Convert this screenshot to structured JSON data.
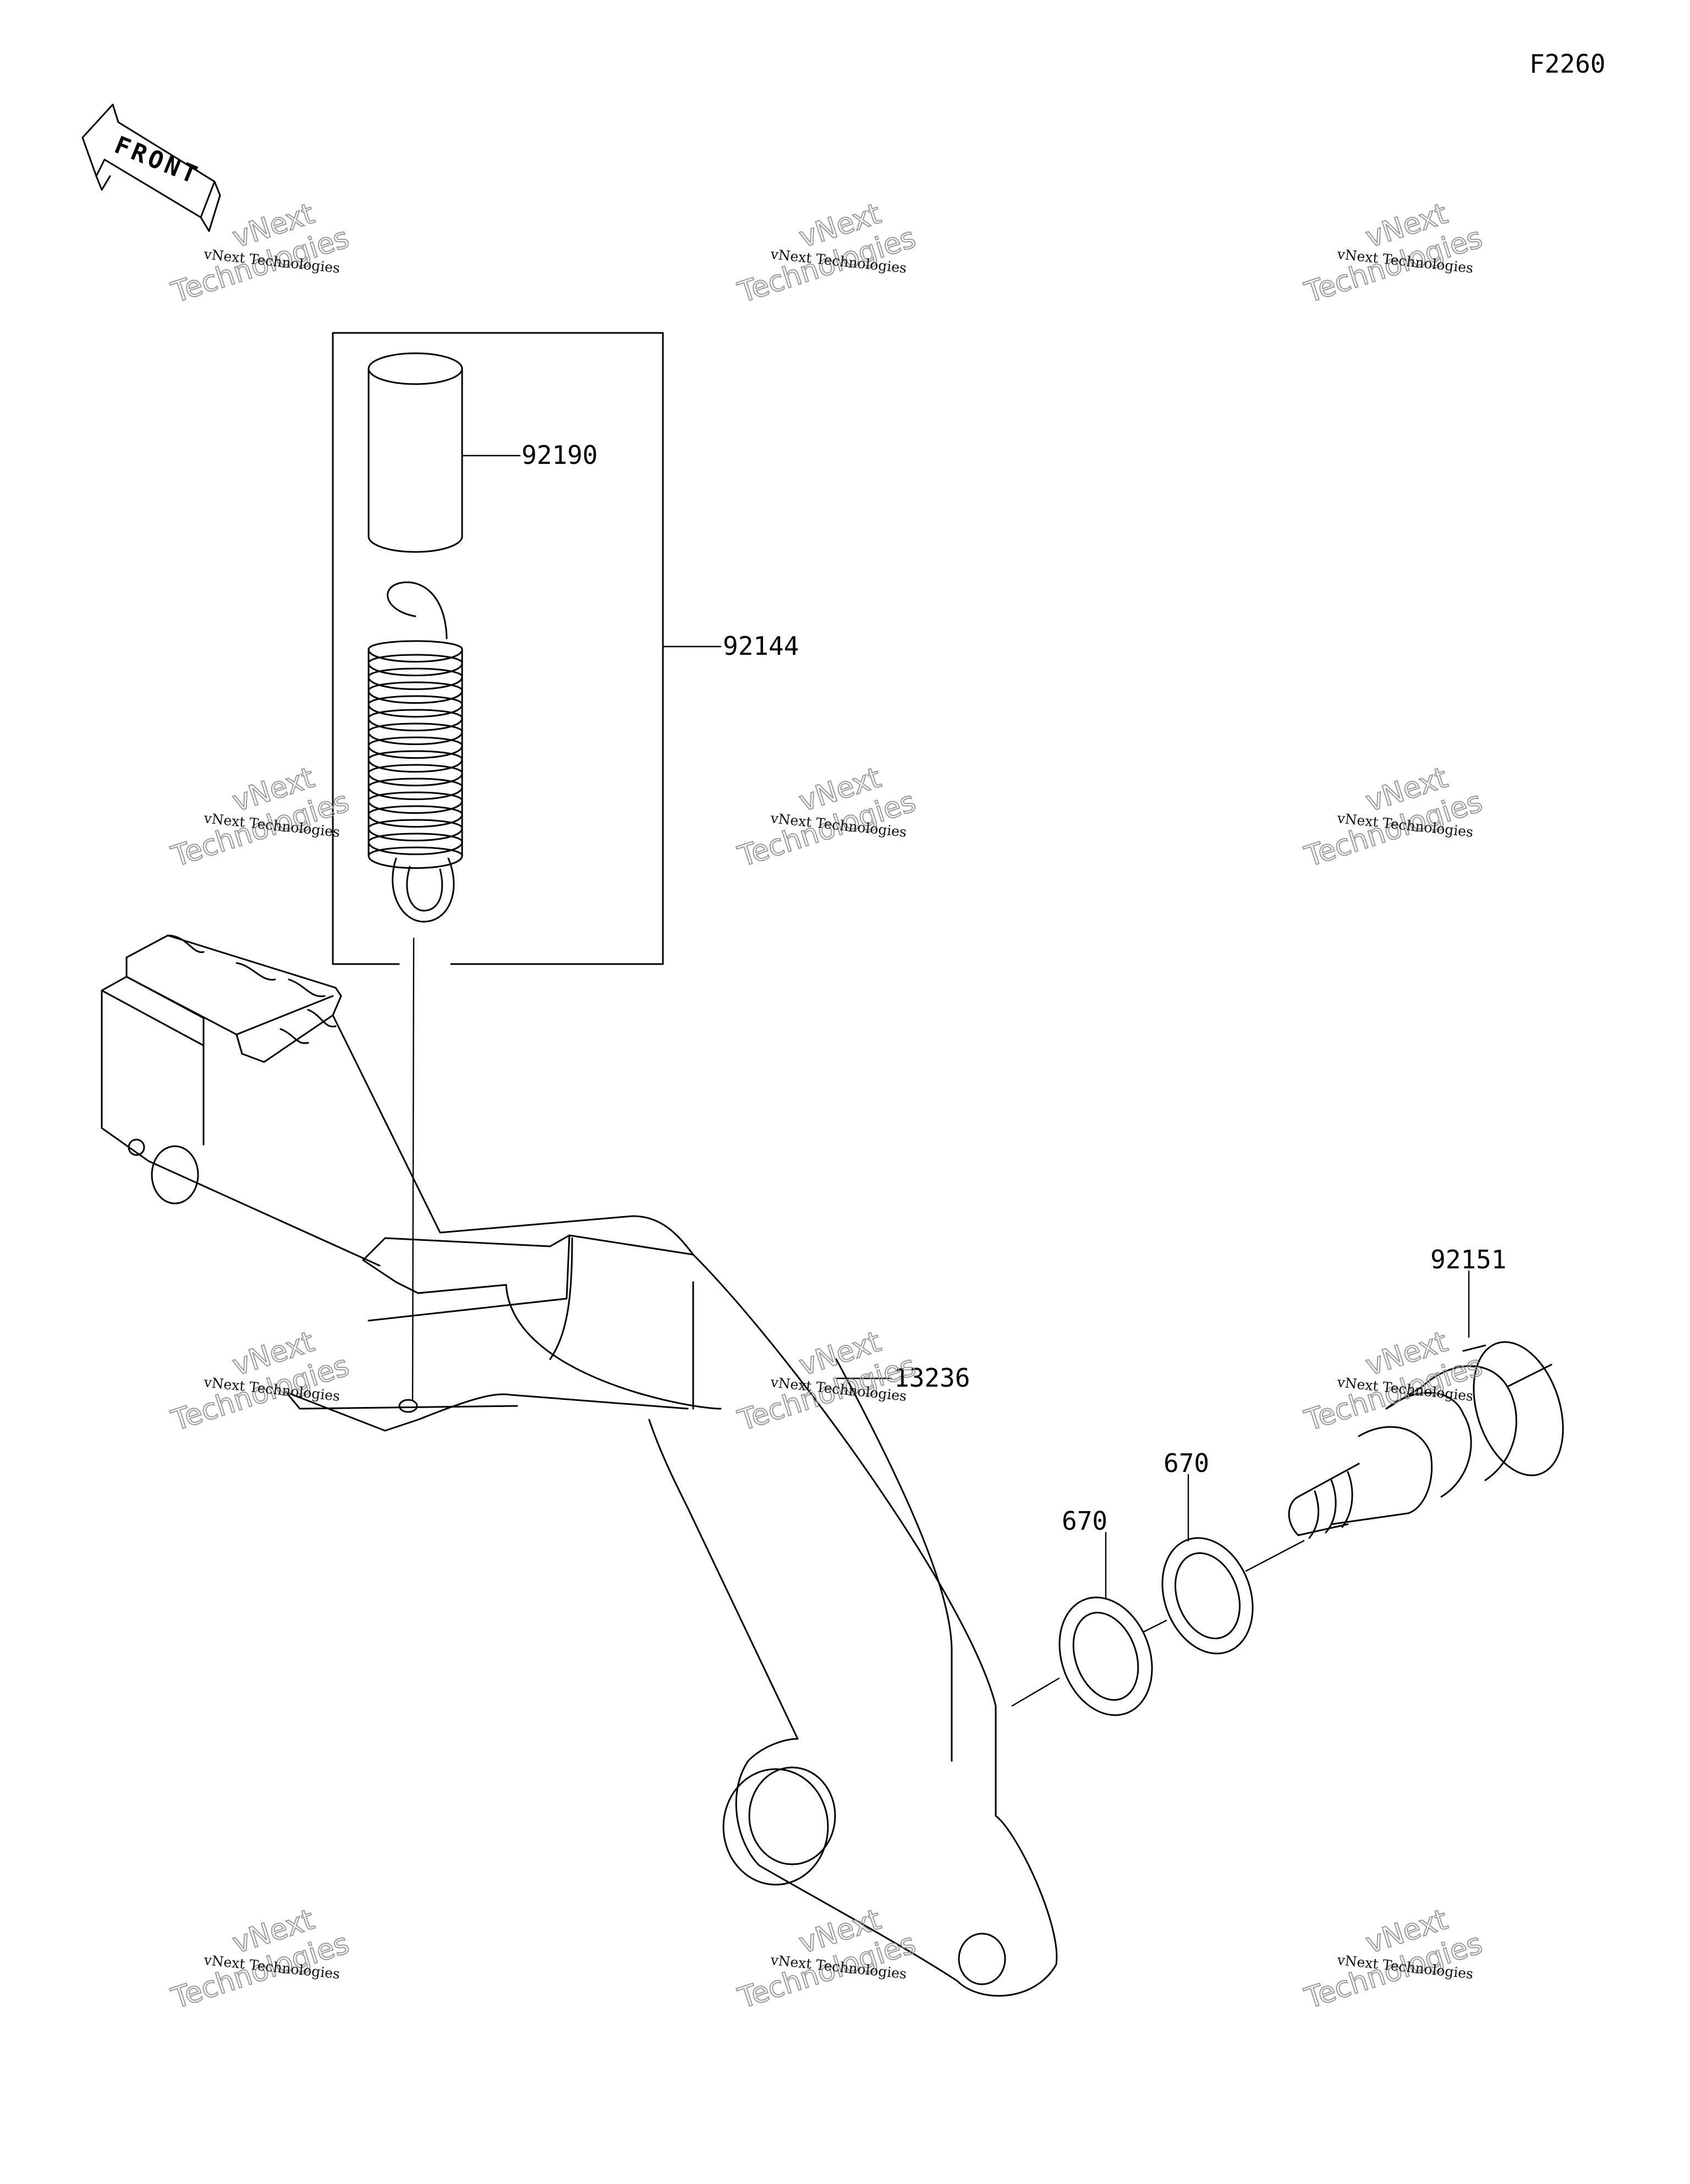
{
  "figure_code": "F2260",
  "front_arrow_text": "FRONT",
  "watermark": {
    "line1": "vNext Technologies",
    "line2a": "vNext",
    "line2b": "Technologies"
  },
  "parts": [
    {
      "id": "sleeve",
      "number": "92190"
    },
    {
      "id": "spring-kit",
      "number": "92144"
    },
    {
      "id": "pedal",
      "number": "13236"
    },
    {
      "id": "bolt",
      "number": "92151"
    },
    {
      "id": "washer-upper",
      "number": "670"
    },
    {
      "id": "washer-lower",
      "number": "670"
    }
  ]
}
